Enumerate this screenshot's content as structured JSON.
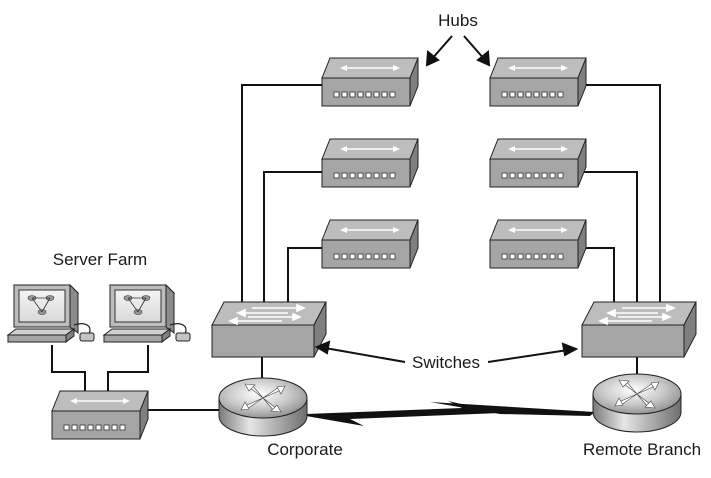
{
  "labels": {
    "hubs": "Hubs",
    "switches": "Switches",
    "server_farm": "Server Farm",
    "corporate": "Corporate",
    "remote_branch": "Remote Branch"
  },
  "colors": {
    "device_top": "#b9b9b9",
    "device_front": "#a3a3a3",
    "device_side": "#7e7e7e",
    "line": "#111111"
  }
}
